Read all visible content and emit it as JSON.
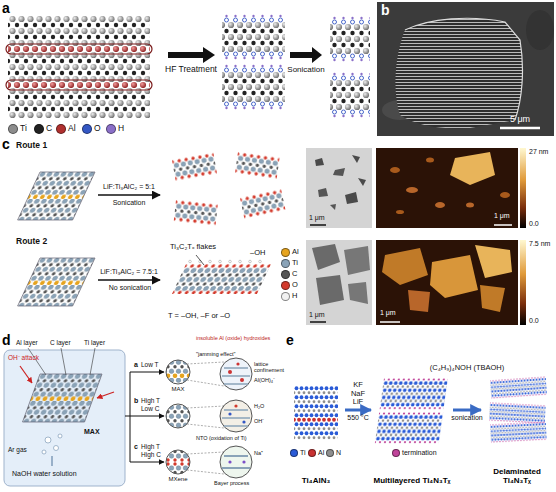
{
  "diagram": {
    "nodes": [
      {
        "text": [
          "Ti₄AlN₃"
        ]
      },
      {
        "text": [
          "Multilayered Ti₄N₃Tₓ"
        ]
      },
      {
        "text": [
          "Delaminated Ti₄N₃Tₓ"
        ]
      }
    ],
    "edges": [
      {
        "from": 0,
        "to": 1,
        "arrow": "to",
        "label": "KF NaF LiF"
      },
      {
        "from": 1,
        "to": 2,
        "arrow": "to",
        "label": "(C₄H₉)₄NOH (TBAOH)"
      }
    ],
    "labels": [
      "a",
      "HF Treatment",
      "Sonication",
      "b",
      "5 μm",
      "c",
      "Route 1",
      "LiF:Ti₃AlC₂ = 5:1",
      "Sonication",
      "Route 2",
      "LiF:Ti₃AlC₂ = 7.5:1",
      "No sonication",
      "Ti₃C₂Tₓ flakes",
      "–OH",
      "T = –OH, –F or –O",
      "1 μm",
      "1 μm",
      "27 nm",
      "0.0",
      "1 μm",
      "1 μm",
      "7.5 nm",
      "0.0",
      "d",
      "C layer",
      "Al layer",
      "Ti layer",
      "OH⁻ attack",
      "Ar gas",
      "MAX",
      "NaOH water solution",
      "a",
      "Low T",
      "b",
      "High T",
      "Low C",
      "c",
      "High T",
      "High C",
      "MAX",
      "MXene",
      "insoluble Al (oxide) hydroxides",
      "\"jamming effect\"",
      "lattice confinement",
      "Al(OH)₄⁻",
      "H₂O",
      "NTO (oxidation of Ti)",
      "OH⁻",
      "Na⁺",
      "Bayer process",
      "e",
      "550 °C",
      "sonication"
    ],
    "legend": [
      {
        "text": "Ti",
        "color": "#8c8c8c"
      },
      {
        "text": "C",
        "color": "#222222"
      },
      {
        "text": "Al",
        "color": "#b0302f"
      },
      {
        "text": "O",
        "color": "#3457c4"
      },
      {
        "text": "H",
        "color": "#8a6fc8"
      },
      {
        "text": "Al",
        "color": "#e6a41f"
      },
      {
        "text": "Ti",
        "color": "#8aa3b8"
      },
      {
        "text": "C",
        "color": "#555555"
      },
      {
        "text": "O",
        "color": "#d33a2c"
      },
      {
        "text": "H",
        "color": "#f2f2f2"
      },
      {
        "text": "Ti",
        "color": "#2a5bd7"
      },
      {
        "text": "Al",
        "color": "#c83232"
      },
      {
        "text": "N",
        "color": "#8e8e8e"
      },
      {
        "text": "termination",
        "color": "#c0449a"
      }
    ]
  }
}
